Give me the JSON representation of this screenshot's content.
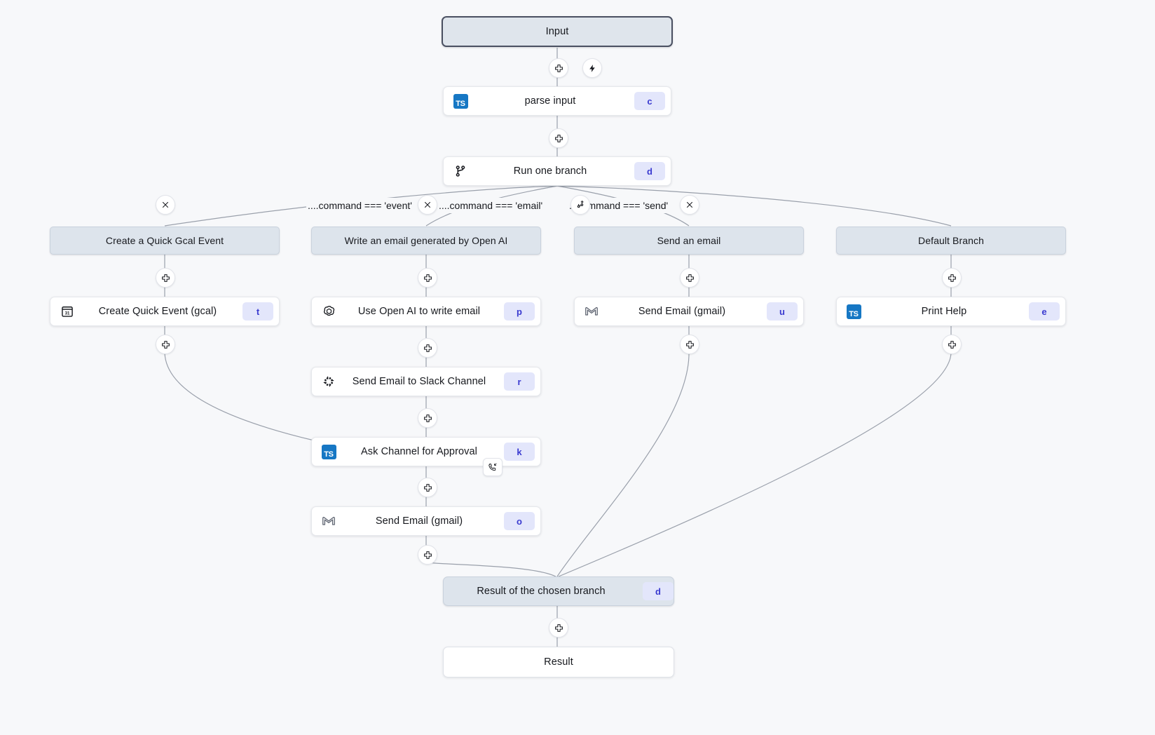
{
  "canvas": {
    "background": "#f7f8fa",
    "accent_key_bg": "#e3e6fb",
    "accent_key_fg": "#3a3ad0",
    "branch_fill": "#dde4ec",
    "terminal_border": "#4a5061"
  },
  "terminals": {
    "input": {
      "label": "Input"
    },
    "result": {
      "label": "Result"
    }
  },
  "nodes": {
    "parse_input": {
      "label": "parse input",
      "key": "c",
      "icon": "typescript-icon"
    },
    "run_one_branch": {
      "label": "Run one branch",
      "key": "d",
      "icon": "branch-icon"
    },
    "create_quick_event": {
      "label": "Create Quick Event (gcal)",
      "key": "t",
      "icon": "google-calendar-icon"
    },
    "use_openai": {
      "label": "Use Open AI to write email",
      "key": "p",
      "icon": "openai-icon"
    },
    "slack_send": {
      "label": "Send Email to Slack Channel",
      "key": "r",
      "icon": "slack-icon"
    },
    "ask_approval": {
      "label": "Ask Channel for Approval",
      "key": "k",
      "icon": "typescript-icon"
    },
    "gmail_send_email_branch": {
      "label": "Send Email (gmail)",
      "key": "o",
      "icon": "gmail-icon"
    },
    "gmail_send_email": {
      "label": "Send Email (gmail)",
      "key": "u",
      "icon": "gmail-icon"
    },
    "print_help": {
      "label": "Print Help",
      "key": "e",
      "icon": "typescript-icon"
    },
    "chosen_result": {
      "label": "Result of the chosen branch",
      "key": "d"
    }
  },
  "branches": [
    {
      "id": "event",
      "header": "Create a Quick Gcal Event",
      "condition": "....command === 'event'"
    },
    {
      "id": "email",
      "header": "Write an email generated by Open AI",
      "condition": "....command === 'email'"
    },
    {
      "id": "send",
      "header": "Send an email",
      "condition": "...command === 'send'"
    },
    {
      "id": "default",
      "header": "Default Branch",
      "condition": ""
    }
  ],
  "controls": {
    "add_step_icon": "plus-icon",
    "trigger_icon": "lightning-icon",
    "remove_branch_icon": "close-icon",
    "add_branch_icon": "branch-plus-icon",
    "approval_icon": "callback-phone-icon"
  }
}
